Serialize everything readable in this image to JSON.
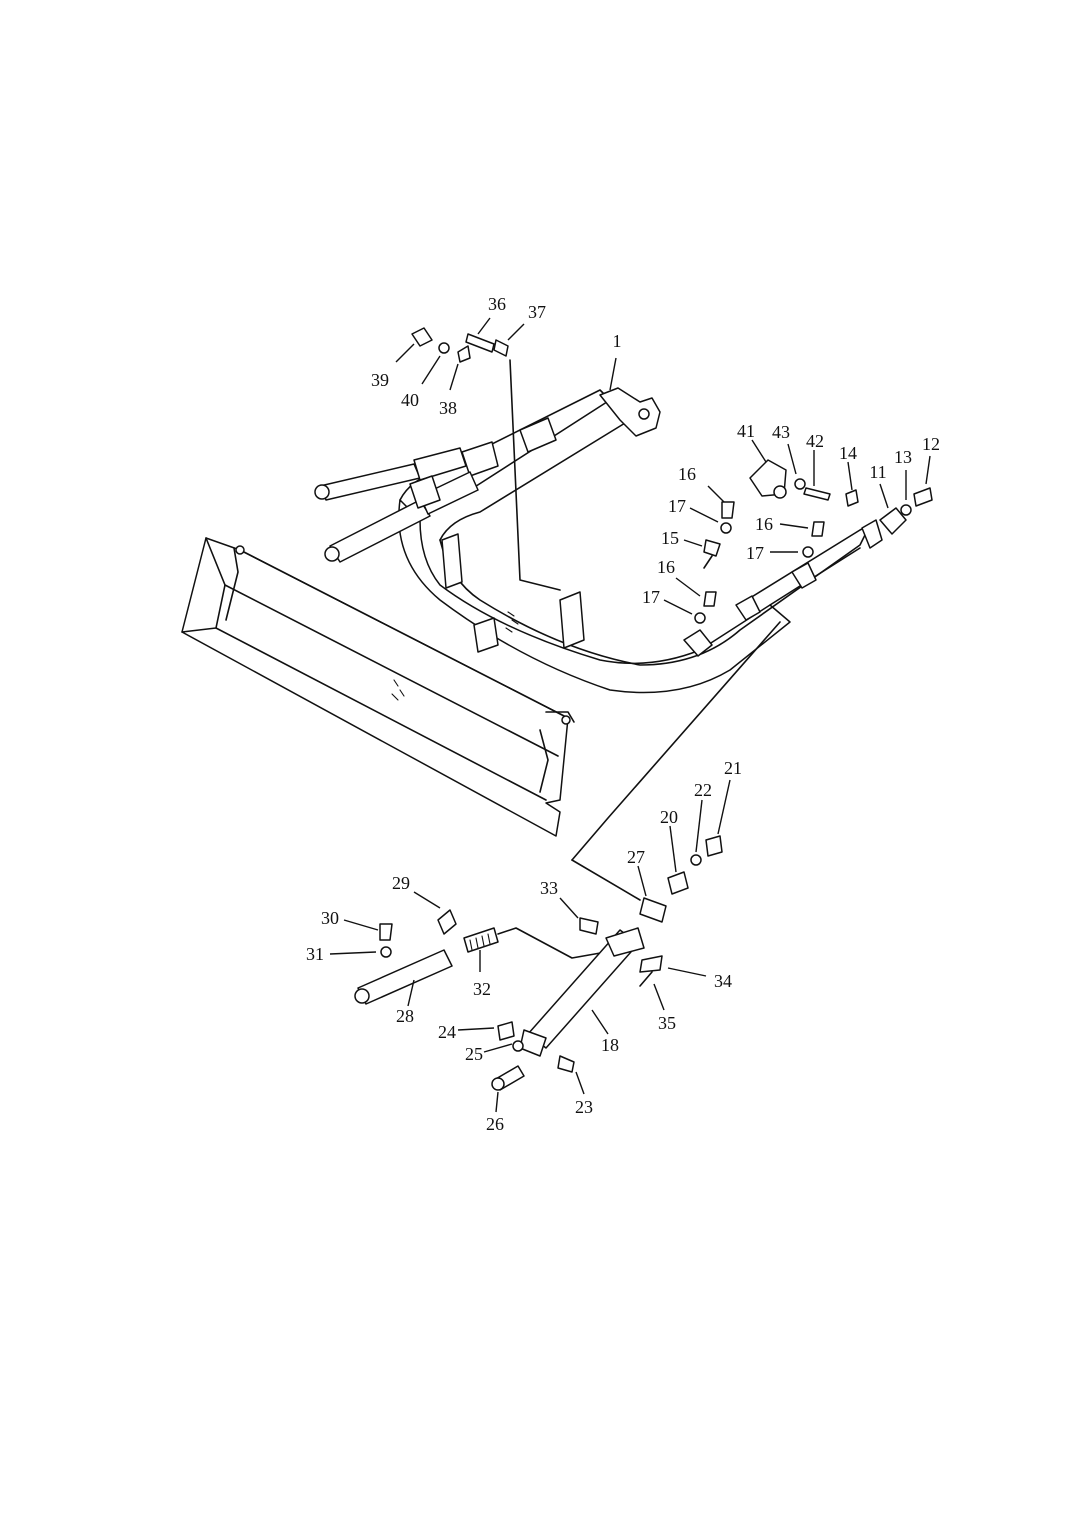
{
  "diagram": {
    "type": "exploded-parts-diagram",
    "callouts": [
      "1",
      "11",
      "12",
      "13",
      "14",
      "15",
      "16",
      "16",
      "16",
      "17",
      "17",
      "17",
      "18",
      "20",
      "21",
      "22",
      "23",
      "24",
      "25",
      "26",
      "27",
      "28",
      "29",
      "30",
      "31",
      "32",
      "33",
      "34",
      "35",
      "36",
      "37",
      "38",
      "39",
      "40",
      "41",
      "42",
      "43"
    ]
  }
}
